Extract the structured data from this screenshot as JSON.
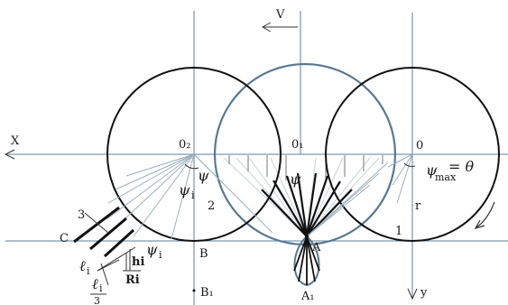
{
  "labels": {
    "x_axis": "X",
    "y_axis": "y",
    "velocity": "V",
    "origin": "0",
    "o1": "0₁",
    "o2": "0₂",
    "point_a": "A",
    "point_a1": "A₁",
    "point_b": "B",
    "point_b1": "B₁",
    "point_c": "C",
    "num_1": "1",
    "num_2": "2",
    "num_3": "3",
    "radius": "r",
    "psi": "ψ",
    "psi_i": "ψ",
    "psi_i_sub": "i",
    "psi_max_theta": "ψ",
    "psi_max_sub": "max",
    "psi_max_eq": "= θ",
    "h_i": "hi",
    "r_i": "Ri",
    "l_i": "ℓ",
    "l_i_sub": "i",
    "l_i_third_num": "ℓ",
    "l_i_third_sub": "i",
    "l_i_third_den": "3"
  },
  "colors": {
    "stroke": "#111111",
    "axis": "#5f7f9a",
    "blue_curve": "#5a7890",
    "fan": "#9bb0c0",
    "gray_lines": "#b9c5cf"
  }
}
